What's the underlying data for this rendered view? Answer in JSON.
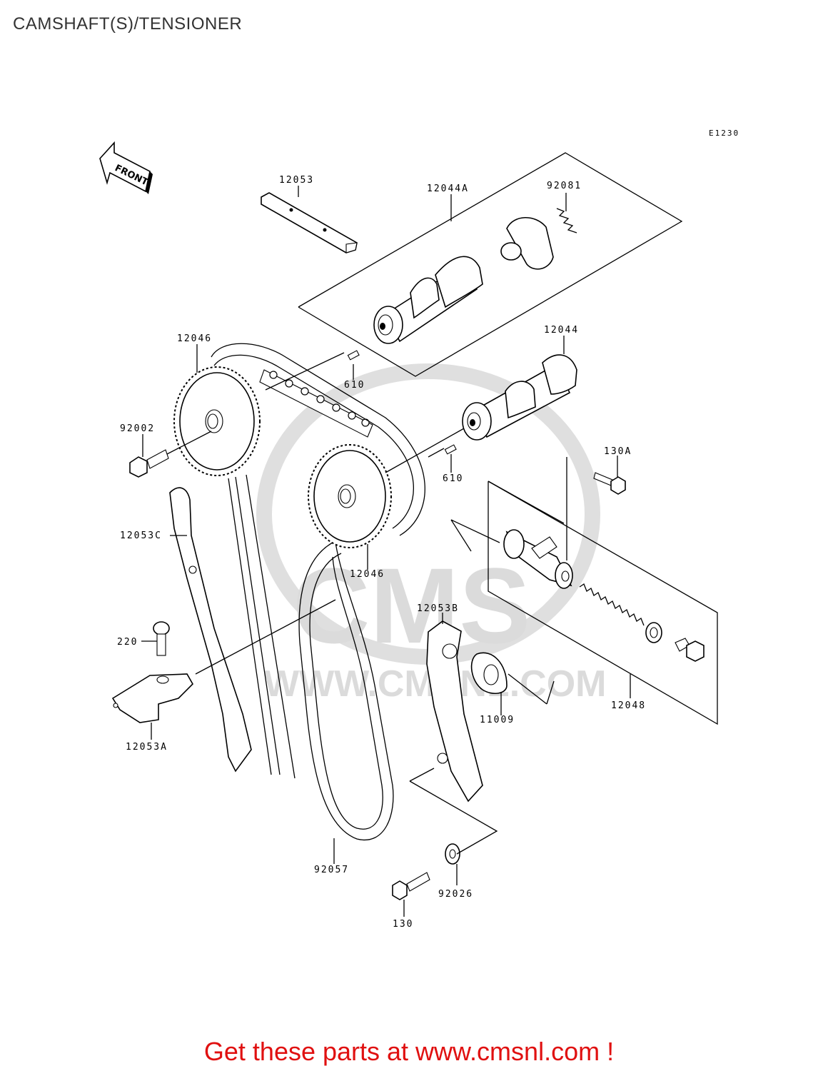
{
  "page": {
    "title": "CAMSHAFT(S)/TENSIONER",
    "diagram_code": "E1230",
    "front_label": "FRONT",
    "promo_text": "Get these parts at www.cmsnl.com !"
  },
  "watermark": {
    "brand": "CMS",
    "url": "WWW.CMSNL.COM"
  },
  "parts": {
    "p12053": "12053",
    "p12044a": "12044A",
    "p92081": "92081",
    "p12046_top": "12046",
    "p12044": "12044",
    "p610_a": "610",
    "p92002": "92002",
    "p610_b": "610",
    "p130a": "130A",
    "p12053c": "12053C",
    "p12046_bottom": "12046",
    "p12053b": "12053B",
    "p220": "220",
    "p11009": "11009",
    "p12048": "12048",
    "p12053a": "12053A",
    "p92057": "92057",
    "p92026": "92026",
    "p130": "130"
  },
  "colors": {
    "title": "#333333",
    "promo": "#e01010",
    "watermark": "#d8d8d8",
    "line": "#000000"
  }
}
